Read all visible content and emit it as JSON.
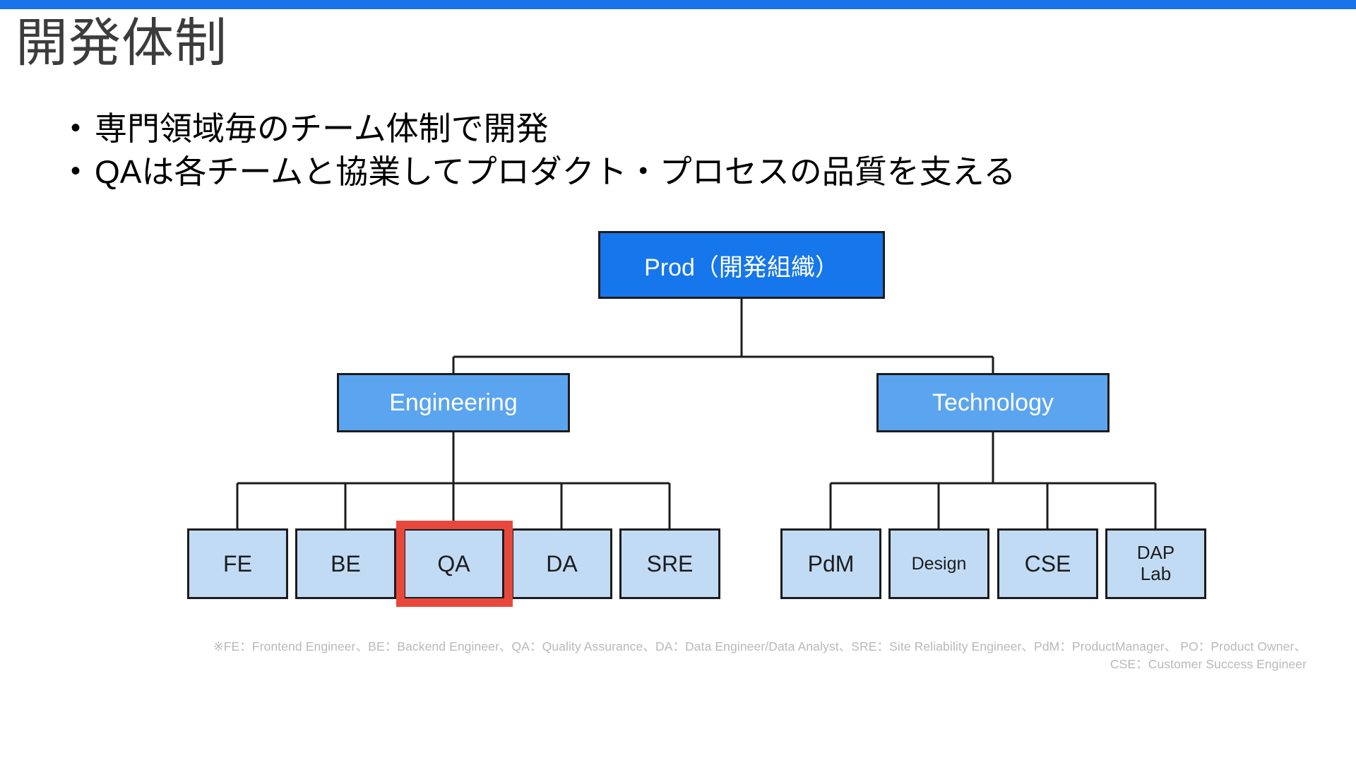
{
  "theme": {
    "top_bar_color": "#1a73e8",
    "root_box_color": "#1676ec",
    "division_box_color": "#5ba4f0",
    "leaf_box_color": "#c2dbf5",
    "highlight_color": "#e8483c",
    "title_color": "#3c3c3c",
    "footnote_color": "#b9b9b9",
    "background": "#ffffff"
  },
  "slide": {
    "title": "開発体制",
    "bullets": [
      "専門領域毎のチーム体制で開発",
      "QAは各チームと協業してプロダクト・プロセスの品質を支える"
    ]
  },
  "chart_data": {
    "type": "diagram",
    "diagram_kind": "org-chart",
    "title": "開発体制",
    "root": {
      "label": "Prod（開発組織）",
      "level": 0,
      "fill": "#1676ec",
      "text_color": "#ffffff"
    },
    "divisions": [
      {
        "label": "Engineering",
        "level": 1,
        "fill": "#5ba4f0",
        "text_color": "#ffffff",
        "children": [
          "FE",
          "BE",
          "QA",
          "DA",
          "SRE"
        ]
      },
      {
        "label": "Technology",
        "level": 1,
        "fill": "#5ba4f0",
        "text_color": "#ffffff",
        "children": [
          "PdM",
          "Design",
          "CSE",
          "DAP Lab"
        ]
      }
    ],
    "leaves": [
      {
        "label": "FE",
        "parent": "Engineering",
        "highlighted": false
      },
      {
        "label": "BE",
        "parent": "Engineering",
        "highlighted": false
      },
      {
        "label": "QA",
        "parent": "Engineering",
        "highlighted": true
      },
      {
        "label": "DA",
        "parent": "Engineering",
        "highlighted": false
      },
      {
        "label": "SRE",
        "parent": "Engineering",
        "highlighted": false
      },
      {
        "label": "PdM",
        "parent": "Technology",
        "highlighted": false
      },
      {
        "label": "Design",
        "parent": "Technology",
        "highlighted": false
      },
      {
        "label": "CSE",
        "parent": "Technology",
        "highlighted": false
      },
      {
        "label": "DAP Lab",
        "parent": "Technology",
        "highlighted": false
      }
    ],
    "highlighted_node": "QA",
    "leaf_labels": {
      "fe": "FE",
      "be": "BE",
      "qa": "QA",
      "da": "DA",
      "sre": "SRE",
      "pdm": "PdM",
      "design": "Design",
      "cse": "CSE",
      "dap_lab_line1": "DAP",
      "dap_lab_line2": "Lab"
    }
  },
  "footnote": {
    "line1": "※FE：Frontend Engineer、BE：Backend Engineer、QA：Quality Assurance、DA：Data Engineer/Data Analyst、SRE：Site Reliability Engineer、PdM：ProductManager、",
    "line2": "PO：Product Owner、CSE：Customer Success Engineer"
  }
}
